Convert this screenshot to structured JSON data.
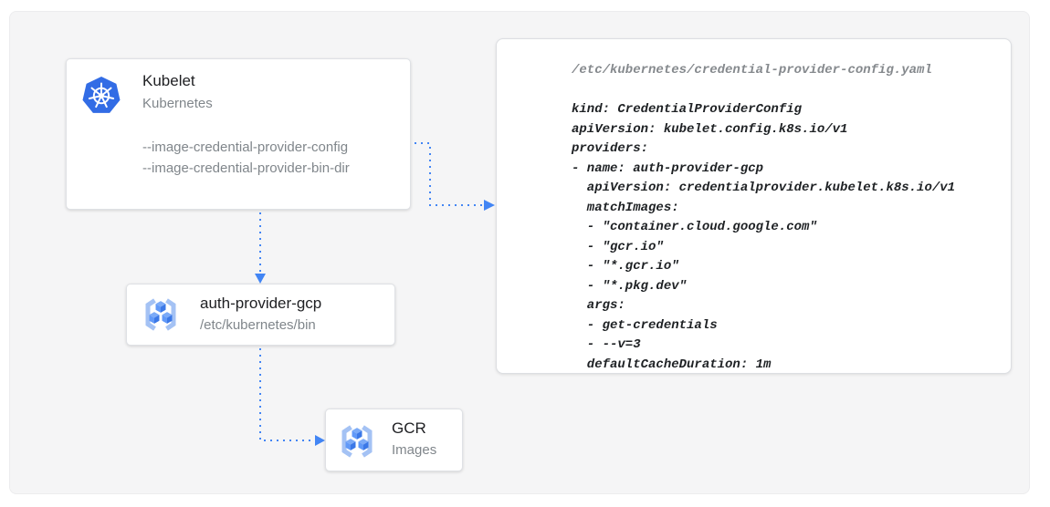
{
  "colors": {
    "accent_blue": "#4285f4",
    "kubernetes_blue": "#326ce5",
    "gcr_icon_light": "#a4c2f4",
    "gcr_icon_medium": "#6199f8",
    "gcr_icon_dark": "#3b78e7",
    "panel_background": "#f5f5f6",
    "card_background": "#ffffff",
    "title_text": "#202124",
    "muted_text": "#80868b"
  },
  "nodes": {
    "kubelet": {
      "title": "Kubelet",
      "subtitle": "Kubernetes",
      "icon": "kubernetes-icon",
      "flags": [
        "--image-credential-provider-config",
        "--image-credential-provider-bin-dir"
      ]
    },
    "auth_provider_gcp": {
      "title": "auth-provider-gcp",
      "subtitle": "/etc/kubernetes/bin",
      "icon": "gcr-icon"
    },
    "gcr": {
      "title": "GCR",
      "subtitle": "Images",
      "icon": "gcr-icon"
    }
  },
  "connectors": {
    "style": "dotted",
    "color": "#4285f4",
    "items": [
      {
        "from": "kubelet --image-credential-provider-config flag",
        "to": "credential-provider-config yaml panel",
        "direction": "right"
      },
      {
        "from": "kubelet",
        "to": "auth-provider-gcp",
        "direction": "down"
      },
      {
        "from": "auth-provider-gcp",
        "to": "gcr",
        "direction": "down-right"
      }
    ]
  },
  "code_panel": {
    "file_path": "/etc/kubernetes/credential-provider-config.yaml",
    "code_lines": [
      "kind: CredentialProviderConfig",
      "apiVersion: kubelet.config.k8s.io/v1",
      "providers:",
      "- name: auth-provider-gcp",
      "  apiVersion: credentialprovider.kubelet.k8s.io/v1",
      "  matchImages:",
      "  - \"container.cloud.google.com\"",
      "  - \"gcr.io\"",
      "  - \"*.gcr.io\"",
      "  - \"*.pkg.dev\"",
      "  args:",
      "  - get-credentials",
      "  - --v=3",
      "  defaultCacheDuration: 1m"
    ]
  }
}
